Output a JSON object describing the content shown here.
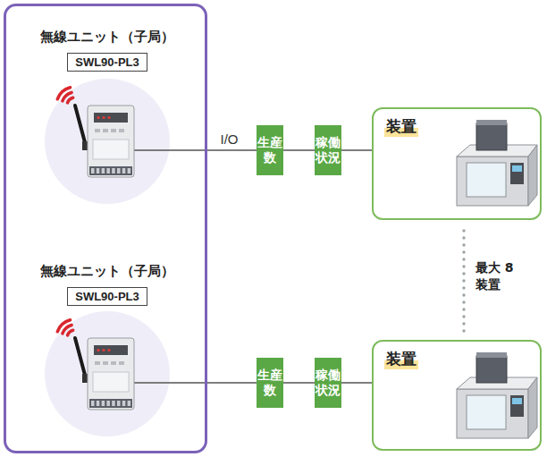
{
  "diagram": {
    "nodes": [
      {
        "text": []
      },
      {
        "text": [
          "無線ユニット（子局）",
          "SWL90-PL3"
        ],
        "in": 0
      },
      {
        "text": [
          "生産数"
        ]
      },
      {
        "text": [
          "稼働状況"
        ]
      },
      {
        "text": [
          "装置"
        ]
      },
      {
        "text": [
          "無線ユニット（子局）",
          "SWL90-PL3"
        ],
        "in": 0
      },
      {
        "text": [
          "生産数"
        ]
      },
      {
        "text": [
          "稼働状況"
        ]
      },
      {
        "text": [
          "装置"
        ]
      }
    ],
    "edges": [
      {
        "from": 1,
        "to": 2,
        "arrow": "none",
        "label": "I/O"
      },
      {
        "from": 2,
        "to": 3,
        "arrow": "none"
      },
      {
        "from": 3,
        "to": 4,
        "arrow": "none"
      },
      {
        "from": 5,
        "to": 6,
        "arrow": "none"
      },
      {
        "from": 6,
        "to": 7,
        "arrow": "none"
      },
      {
        "from": 7,
        "to": 8,
        "arrow": "none"
      }
    ],
    "labels": [
      "最大 8装置"
    ]
  }
}
